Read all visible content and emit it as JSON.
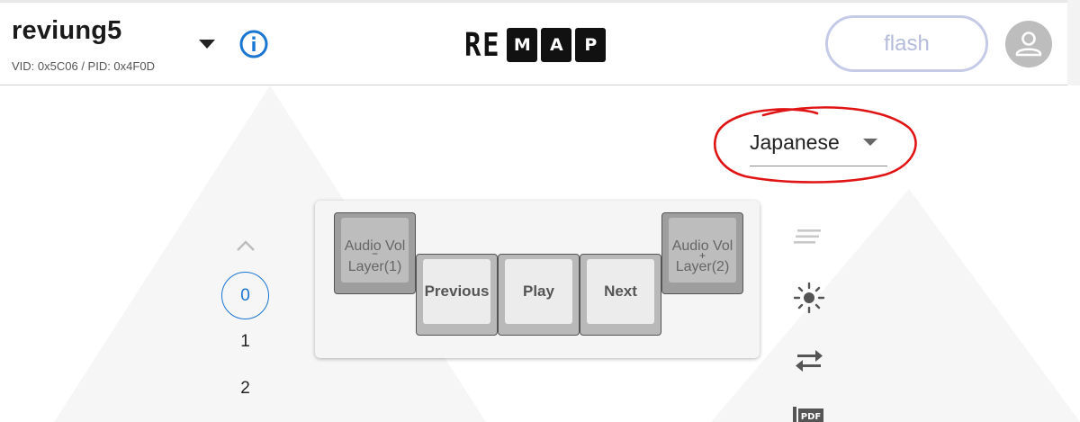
{
  "header": {
    "keyboard_name": "reviung5",
    "vid_pid": "VID: 0x5C06 / PID: 0x4F0D",
    "logo_prefix": "RE",
    "logo_letters": [
      "M",
      "A",
      "P"
    ],
    "flash_label": "flash"
  },
  "language": {
    "selected": "Japanese"
  },
  "layers": {
    "active": "0",
    "others": [
      "1",
      "2"
    ]
  },
  "keys": [
    {
      "id": "key-1",
      "line1": "Audio Vol",
      "line2": "Layer(1)",
      "marker": "−"
    },
    {
      "id": "key-2",
      "label": "Previous"
    },
    {
      "id": "key-3",
      "label": "Play"
    },
    {
      "id": "key-4",
      "label": "Next"
    },
    {
      "id": "key-5",
      "line1": "Audio Vol",
      "line2": "Layer(2)",
      "marker": "+"
    }
  ],
  "tools": {
    "pdf_label": "PDF"
  },
  "colors": {
    "accent": "#1976d2",
    "flash_border": "#c5cbe7",
    "annotation": "#e01414"
  }
}
